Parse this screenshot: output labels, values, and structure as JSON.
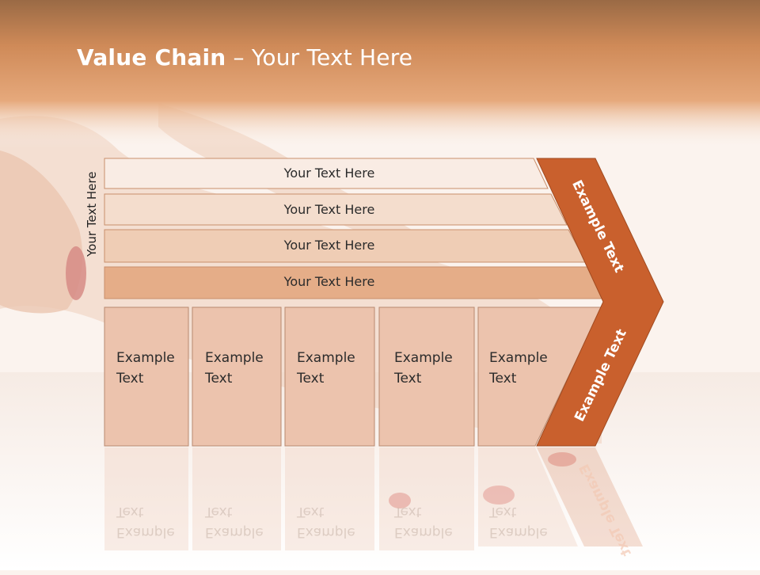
{
  "title": {
    "bold": "Value Chain",
    "rest": " – Your Text Here"
  },
  "side_label": "Your Text Here",
  "bands": [
    {
      "label": "Your Text Here"
    },
    {
      "label": "Your Text Here"
    },
    {
      "label": "Your Text Here"
    },
    {
      "label": "Your Text Here"
    }
  ],
  "boxes": [
    {
      "line1": "Example",
      "line2": "Text"
    },
    {
      "line1": "Example",
      "line2": "Text"
    },
    {
      "line1": "Example",
      "line2": "Text"
    },
    {
      "line1": "Example",
      "line2": "Text"
    },
    {
      "line1": "Example",
      "line2": "Text"
    }
  ],
  "chevron": {
    "top_label": "Example Text",
    "bottom_label": "Example Text",
    "reflect_label": "Example Text"
  },
  "colors": {
    "header": "#cf8a58",
    "chevron": "#c9602d",
    "band1": "#f9ece4",
    "band2": "#f4ddcd",
    "band3": "#efcdb5",
    "band4": "#e5ad88",
    "box": "#ecc3ad"
  }
}
